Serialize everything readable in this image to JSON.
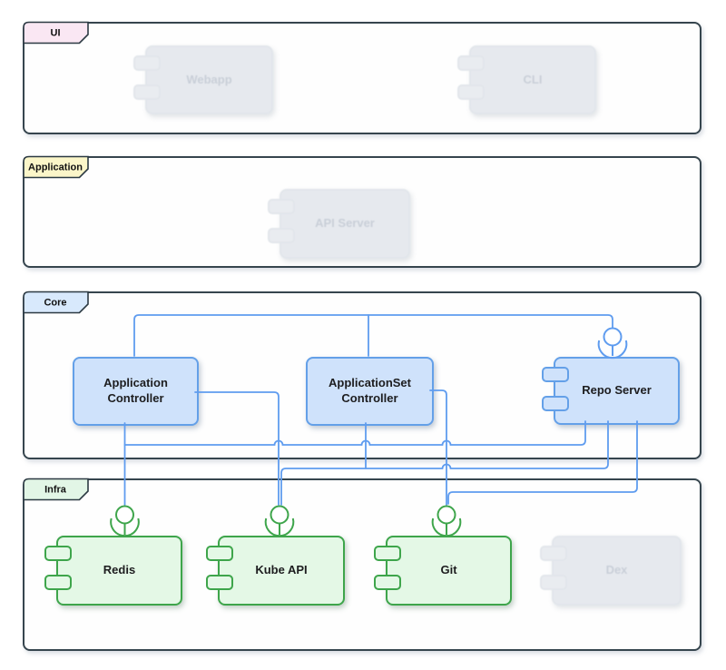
{
  "diagram": {
    "title": "",
    "layers": [
      {
        "id": "ui",
        "label": "UI",
        "tab_color": "#fae7f3"
      },
      {
        "id": "application",
        "label": "Application",
        "tab_color": "#fbf6c9"
      },
      {
        "id": "core",
        "label": "Core",
        "tab_color": "#d8e9fc"
      },
      {
        "id": "infra",
        "label": "Infra",
        "tab_color": "#e2f6e6"
      }
    ],
    "components": {
      "webapp": {
        "label": "Webapp",
        "layer": "UI",
        "state": "dimmed"
      },
      "cli": {
        "label": "CLI",
        "layer": "UI",
        "state": "dimmed"
      },
      "api_server": {
        "label": "API Server",
        "layer": "Application",
        "state": "dimmed"
      },
      "app_controller": {
        "label": "Application\nController",
        "layer": "Core",
        "state": "highlighted-blue"
      },
      "appset_controller": {
        "label": "ApplicationSet\nController",
        "layer": "Core",
        "state": "highlighted-blue"
      },
      "repo_server": {
        "label": "Repo Server",
        "layer": "Core",
        "state": "highlighted-blue"
      },
      "redis": {
        "label": "Redis",
        "layer": "Infra",
        "state": "highlighted-green"
      },
      "kube_api": {
        "label": "Kube API",
        "layer": "Infra",
        "state": "highlighted-green"
      },
      "git": {
        "label": "Git",
        "layer": "Infra",
        "state": "highlighted-green"
      },
      "dex": {
        "label": "Dex",
        "layer": "Infra",
        "state": "dimmed"
      }
    },
    "interfaces": [
      {
        "on": "Repo Server",
        "notation": "lollipop",
        "color": "#5f9cef"
      },
      {
        "on": "Redis",
        "notation": "lollipop",
        "color": "#3ea54b"
      },
      {
        "on": "Kube API",
        "notation": "lollipop",
        "color": "#3ea54b"
      },
      {
        "on": "Git",
        "notation": "lollipop",
        "color": "#3ea54b"
      }
    ],
    "connections": [
      {
        "from": "Application Controller",
        "to": "Repo Server"
      },
      {
        "from": "ApplicationSet Controller",
        "to": "Repo Server"
      },
      {
        "from": "Application Controller",
        "to": "Redis"
      },
      {
        "from": "Repo Server",
        "to": "Redis"
      },
      {
        "from": "Application Controller",
        "to": "Kube API"
      },
      {
        "from": "ApplicationSet Controller",
        "to": "Kube API"
      },
      {
        "from": "Repo Server",
        "to": "Kube API"
      },
      {
        "from": "ApplicationSet Controller",
        "to": "Git"
      },
      {
        "from": "Repo Server",
        "to": "Git"
      }
    ],
    "colors": {
      "container_border": "#36454e",
      "component_blue_fill": "#cfe2fb",
      "component_blue_border": "#64a0e8",
      "component_green_fill": "#e4f8e6",
      "component_green_border": "#3ea54b",
      "dimmed_fill": "#e6e9ee",
      "dimmed_text": "#c9cfd8",
      "connector": "#5f9cef"
    }
  }
}
